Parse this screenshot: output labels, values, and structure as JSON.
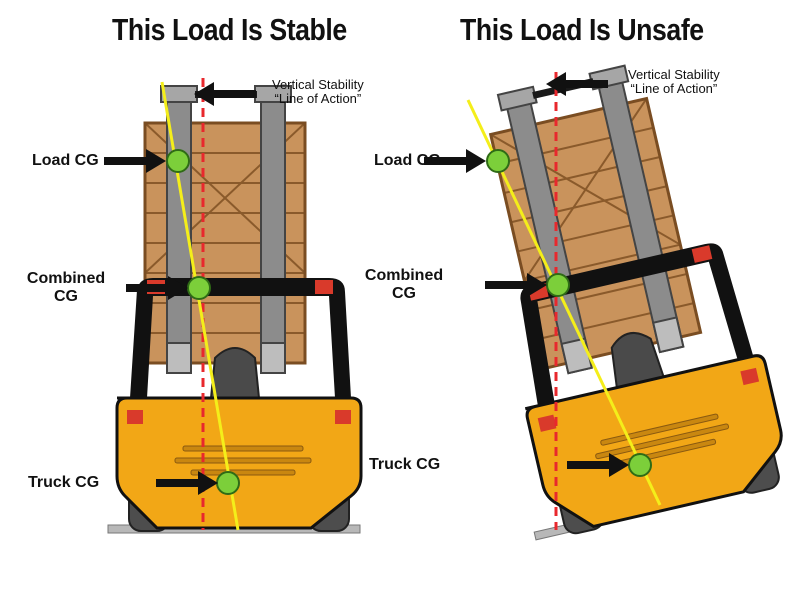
{
  "left_panel": {
    "title": "This Load Is Stable",
    "line_of_action": [
      "Vertical Stability",
      "“Line of Action”"
    ],
    "labels": {
      "load_cg": "Load CG",
      "combined_cg": [
        "Combined",
        "CG"
      ],
      "truck_cg": "Truck CG"
    }
  },
  "right_panel": {
    "title": "This Load Is Unsafe",
    "line_of_action": [
      "Vertical Stability",
      "“Line of Action”"
    ],
    "labels": {
      "load_cg": "Load CG",
      "combined_cg": [
        "Combined",
        "CG"
      ],
      "truck_cg": "Truck CG"
    }
  },
  "colors": {
    "crate": "#c9935c",
    "crate_line": "#8a5a2b",
    "mast": "#8c8c8c",
    "body": "#f2a716",
    "cg_dot": "#7ccf3a",
    "stability_line": "#e8282d",
    "yellow_line": "#f4ee1a",
    "ground": "#b8b8b8"
  }
}
